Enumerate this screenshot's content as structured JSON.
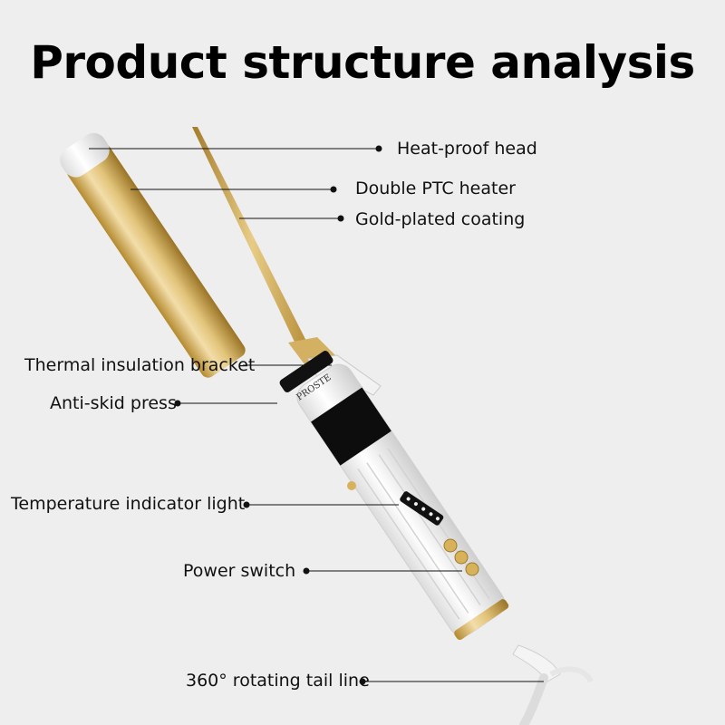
{
  "title": "Product structure analysis",
  "device": {
    "brand": "PROSTE"
  },
  "labels": {
    "heat_proof_head": "Heat-proof head",
    "double_ptc_heater": "Double PTC heater",
    "gold_plated_coating": "Gold-plated coating",
    "thermal_insulation_bracket": "Thermal insulation bracket",
    "anti_skid_press": "Anti-skid press",
    "temperature_indicator_light": "Temperature indicator light",
    "power_switch": "Power switch",
    "rotating_tail_line": "360° rotating tail line"
  },
  "colors": {
    "background": "#eeeeee",
    "gold": "#d9b55a",
    "white_body": "#f7f7f7",
    "line": "#111111"
  }
}
